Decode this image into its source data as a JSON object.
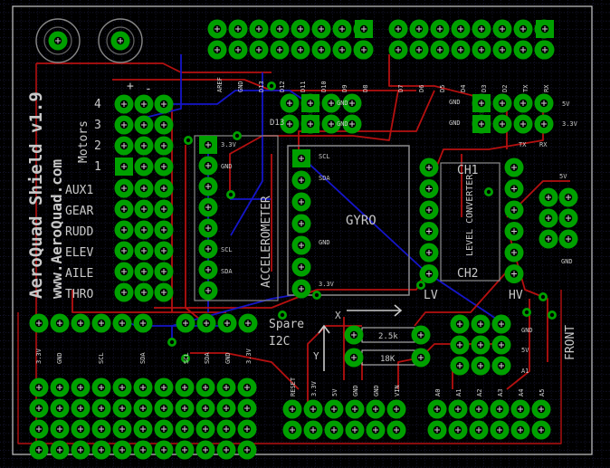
{
  "board": {
    "title": "AeroQuad Shield  v1.9",
    "url": "www.AeroQuad.com",
    "colors": {
      "background": "#000000",
      "grid": "#2a2a58",
      "outline": "#d0d0d0",
      "pad": "#00a000",
      "drill": "#000000",
      "top_trace": "#b51010",
      "bottom_trace": "#1515c8",
      "silk": "#c8c8c8",
      "pad_text": "#d8d8d8"
    }
  },
  "labels": {
    "motors": "Motors",
    "motor_plus": "+",
    "motor_minus": "-",
    "motor_numbers": [
      "4",
      "3",
      "2",
      "1"
    ],
    "receiver": [
      "AUX1",
      "GEAR",
      "RUDD",
      "ELEV",
      "AILE",
      "THRO"
    ],
    "accelerometer": "ACCELEROMETER",
    "gyro": "GYRO",
    "level_converter": "LEVEL CONVERTER",
    "ch1": "CH1",
    "ch2": "CH2",
    "lv": "LV",
    "hv": "HV",
    "spare": "Spare",
    "i2c": "I2C",
    "front": "FRONT",
    "axis_x": "X",
    "axis_y": "Y",
    "res1": "2.5k",
    "res2": "18K",
    "acc_pins": [
      "3.3V",
      "GND",
      "",
      "",
      "",
      "SCL",
      "",
      "SDA"
    ],
    "gyro_pins": [
      "SCL",
      "SDA",
      "GND",
      "3.3V"
    ],
    "top_header_pins": [
      "AREF",
      "GND",
      "D13",
      "D12",
      "D11",
      "D10",
      "D9",
      "D8"
    ],
    "top_header2_pins": [
      "D7",
      "D6",
      "D5",
      "D4",
      "D3",
      "D2",
      "TX",
      "RX"
    ],
    "d13_label": "D13",
    "gnd": "GND",
    "v33": "3.3V",
    "v5": "5V",
    "tx": "TX",
    "rx": "RX",
    "left_bottom_pins": [
      "3.3V",
      "GND",
      "",
      "SCL",
      "",
      "SDA"
    ],
    "i2c_pins": [
      "SCL",
      "SDA",
      "GND",
      "3.3V"
    ],
    "power_pins": [
      "RESET",
      "3.3V",
      "5V",
      "GND",
      "GND",
      "VIN"
    ],
    "analog_pins": [
      "A0",
      "A1",
      "A2",
      "A3",
      "A4",
      "A5"
    ],
    "right_small": [
      "GND",
      "5V",
      "A1"
    ]
  }
}
